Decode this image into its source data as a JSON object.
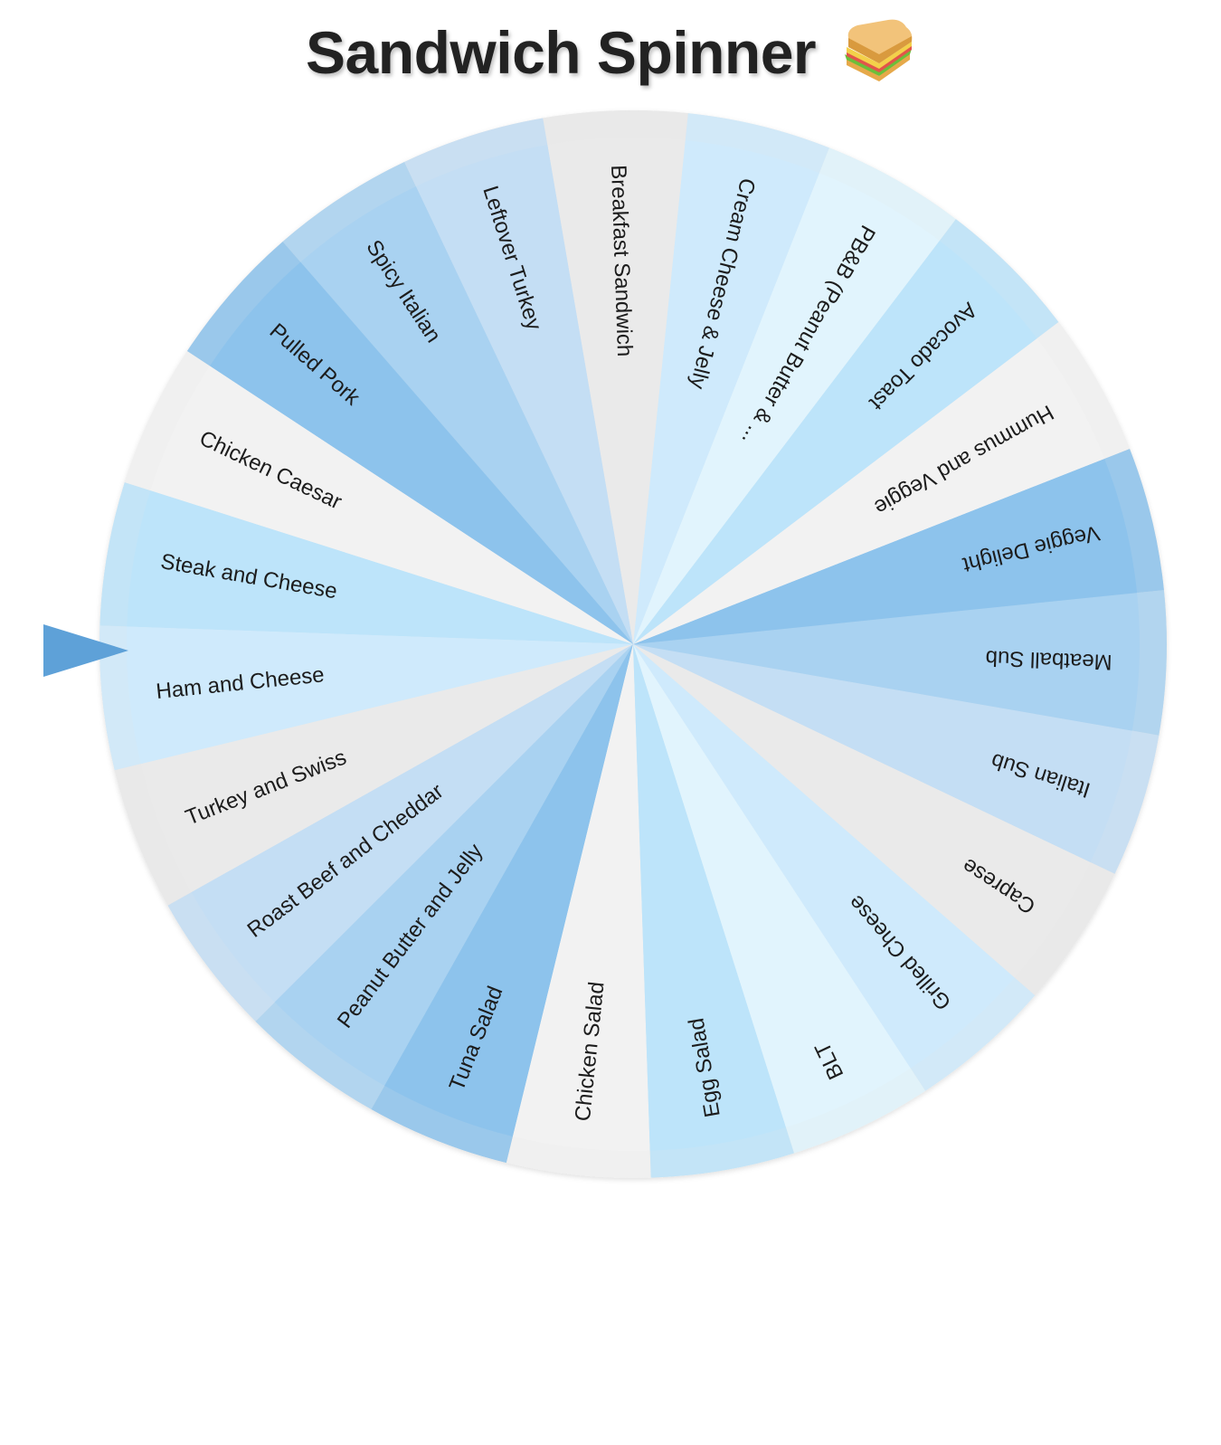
{
  "title": {
    "text": "Sandwich Spinner",
    "emoji": "sandwich-icon"
  },
  "wheel": {
    "selected": "Turkey and Swiss",
    "pointer_color": "#5ea1d8",
    "rim_color": "#e2e2e2",
    "slices": [
      {
        "label": "Turkey and Swiss",
        "color": "#eaeaea"
      },
      {
        "label": "Roast Beef and Cheddar",
        "color": "#c4def4"
      },
      {
        "label": "Peanut Butter and Jelly",
        "color": "#a9d2f1"
      },
      {
        "label": "Tuna Salad",
        "color": "#8dc3ec"
      },
      {
        "label": "Chicken Salad",
        "color": "#f2f2f2"
      },
      {
        "label": "Egg Salad",
        "color": "#bde4fa"
      },
      {
        "label": "BLT",
        "color": "#e1f4fd"
      },
      {
        "label": "Grilled Cheese",
        "color": "#cfeafc"
      },
      {
        "label": "Caprese",
        "color": "#eaeaea"
      },
      {
        "label": "Italian Sub",
        "color": "#c4def4"
      },
      {
        "label": "Meatball Sub",
        "color": "#a9d2f1"
      },
      {
        "label": "Veggie Delight",
        "color": "#8dc3ec"
      },
      {
        "label": "Hummus and Veggie",
        "color": "#f2f2f2"
      },
      {
        "label": "Avocado Toast",
        "color": "#bde4fa"
      },
      {
        "label": "PB&B (Peanut Butter & ...",
        "color": "#e1f4fd"
      },
      {
        "label": "Cream Cheese & Jelly",
        "color": "#cfeafc"
      },
      {
        "label": "Breakfast Sandwich",
        "color": "#eaeaea"
      },
      {
        "label": "Leftover Turkey",
        "color": "#c4def4"
      },
      {
        "label": "Spicy Italian",
        "color": "#a9d2f1"
      },
      {
        "label": "Pulled Pork",
        "color": "#8dc3ec"
      },
      {
        "label": "Chicken Caesar",
        "color": "#f2f2f2"
      },
      {
        "label": "Steak and Cheese",
        "color": "#bde4fa"
      },
      {
        "label": "Ham and Cheese",
        "color": "#cfeafc"
      }
    ]
  }
}
